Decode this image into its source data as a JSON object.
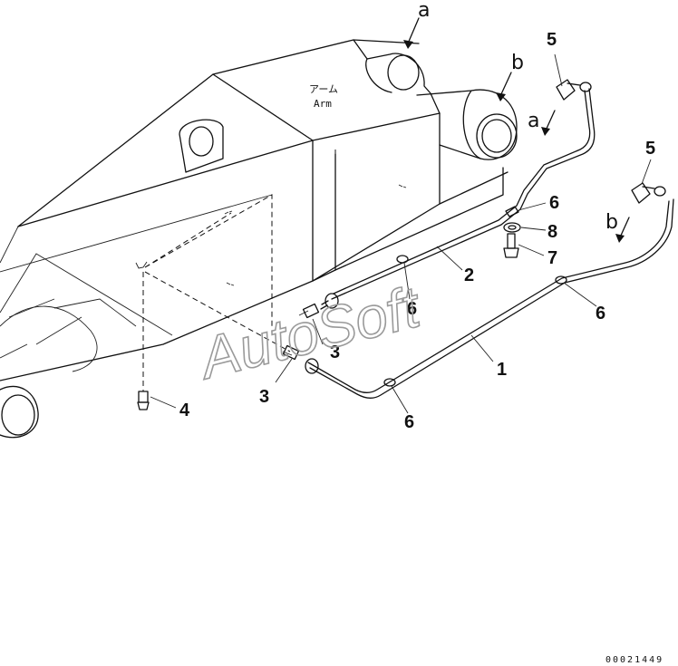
{
  "diagram": {
    "arm_label_jp": "アーム",
    "arm_label_en": "Arm",
    "view_letters": {
      "a": "a",
      "b": "b"
    },
    "callouts": {
      "c1": "1",
      "c2": "2",
      "c3a": "3",
      "c3b": "3",
      "c4": "4",
      "c5a": "5",
      "c5b": "5",
      "c6a": "6",
      "c6b": "6",
      "c6c": "6",
      "c6d": "6",
      "c7": "7",
      "c8": "8"
    },
    "watermark": "AutoSoft",
    "drawing_code": "00021449"
  }
}
